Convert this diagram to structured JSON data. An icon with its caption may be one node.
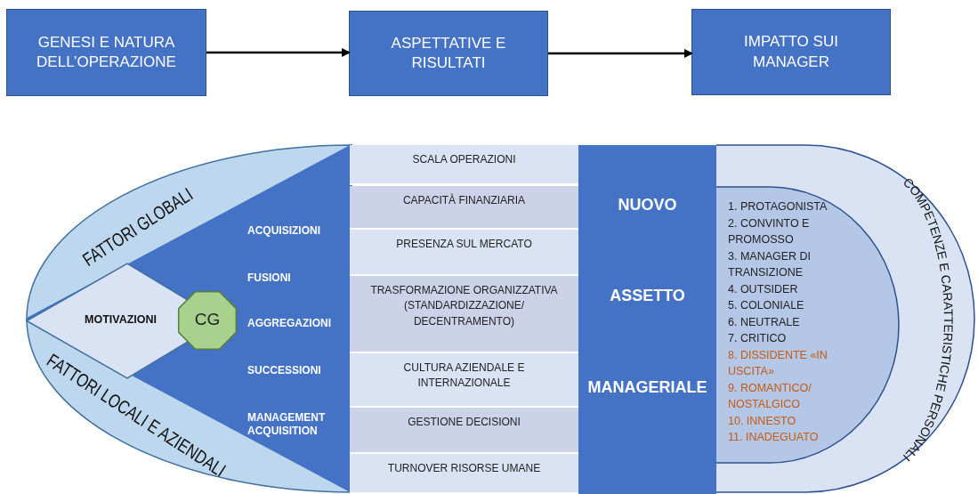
{
  "diagram": {
    "nodes": [
      {
        "text": [
          "GENESI E NATURA DELL’OPERAZIONE"
        ]
      },
      {
        "text": [
          "ASPETTATIVE E RISULTATI"
        ]
      },
      {
        "text": [
          "IMPATTO SUI MANAGER"
        ]
      },
      {
        "text": [
          "FATTORI GLOBALI",
          "FATTORI LOCALI E AZIENDALI"
        ]
      },
      {
        "text": [
          "ACQUISIZIONI",
          "FUSIONI",
          "AGGREGAZIONI",
          "SUCCESSIONI",
          "MANAGEMENT ACQUISITION"
        ],
        "in": 3
      },
      {
        "text": [
          "MOTIVAZIONI"
        ],
        "in": 3
      },
      {
        "text": [
          "CG"
        ],
        "in": 3
      },
      {
        "text": [
          "SCALA OPERAZIONI"
        ]
      },
      {
        "text": [
          "CAPACITÀ FINANZIARIA"
        ]
      },
      {
        "text": [
          "PRESENZA SUL MERCATO"
        ]
      },
      {
        "text": [
          "TRASFORMAZIONE ORGANIZZATIVA (STANDARDIZZAZIONE/ DECENTRAMENTO)"
        ]
      },
      {
        "text": [
          "CULTURA AZIENDALE E INTERNAZIONALE"
        ]
      },
      {
        "text": [
          "GESTIONE DECISIONI"
        ]
      },
      {
        "text": [
          "TURNOVER RISORSE UMANE"
        ]
      },
      {
        "text": [
          "NUOVO",
          "ASSETTO",
          "MANAGERIALE"
        ]
      },
      {
        "text": [
          "COMPETENZE E CARATTERISTICHE PERSONALI"
        ]
      },
      {
        "text": [
          "1. PROTAGONISTA",
          "2. CONVINTO E PROMOSSO",
          "3. MANAGER DI TRANSIZIONE",
          "4. OUTSIDER",
          "5. COLONIALE",
          "6. NEUTRALE",
          "7. CRITICO",
          "8. DISSIDENTE «IN USCITA»",
          "9. ROMANTICO/ NOSTALGICO",
          "10. INNESTO",
          "11. INADEGUATO"
        ],
        "in": 15
      }
    ],
    "edges": [
      {
        "from": 0,
        "to": 1,
        "arrow": "to"
      },
      {
        "from": 1,
        "to": 2,
        "arrow": "to"
      }
    ]
  }
}
